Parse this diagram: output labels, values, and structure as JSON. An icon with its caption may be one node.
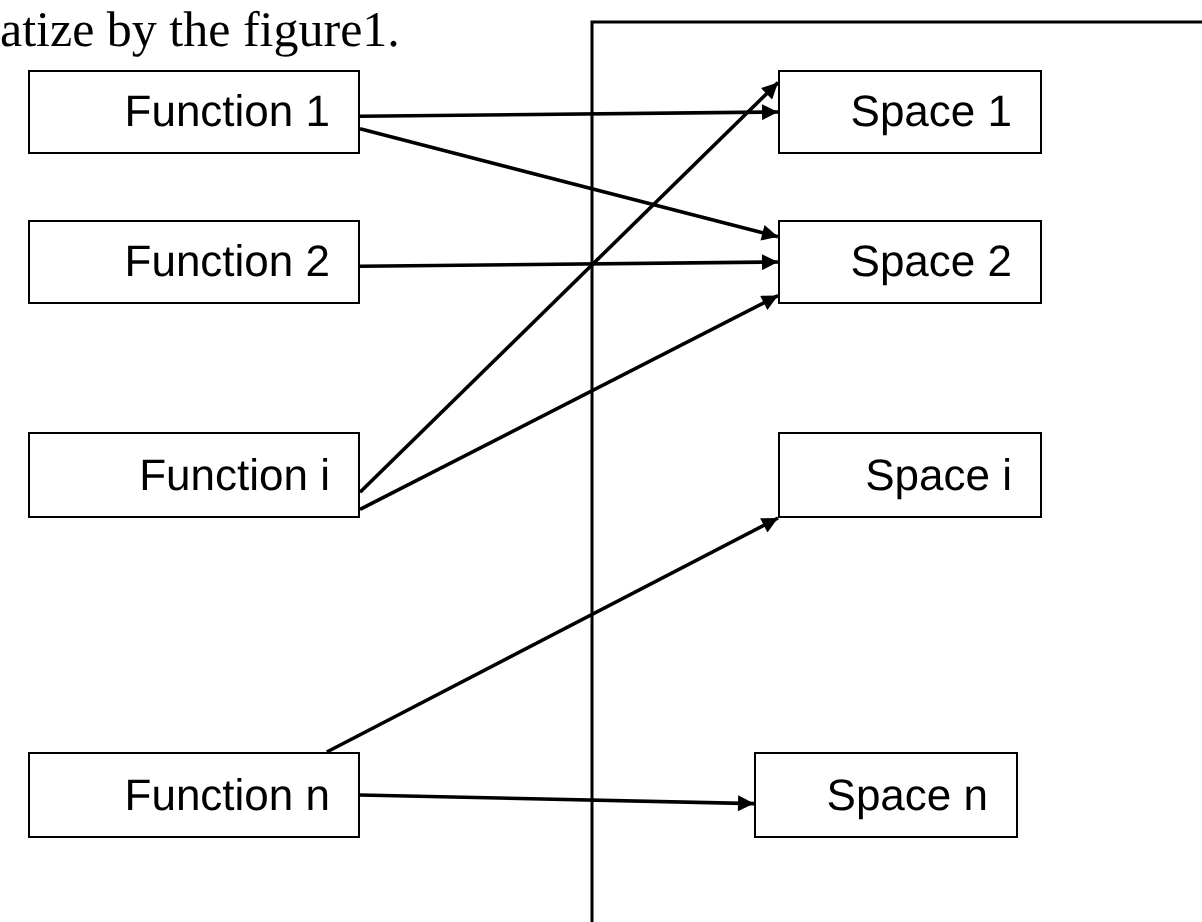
{
  "diagram": {
    "nodes": [
      {
        "text": [
          "Function 1"
        ]
      },
      {
        "text": [
          "Function 2"
        ]
      },
      {
        "text": [
          "Function i"
        ]
      },
      {
        "text": [
          "Function n"
        ]
      },
      {
        "text": [
          "Space 1"
        ]
      },
      {
        "text": [
          "Space 2"
        ]
      },
      {
        "text": [
          "Space i"
        ]
      },
      {
        "text": [
          "Space n"
        ]
      }
    ],
    "edges": [
      {
        "from": 0,
        "to": 4,
        "arrow": "to"
      },
      {
        "from": 0,
        "to": 5,
        "arrow": "to"
      },
      {
        "from": 1,
        "to": 5,
        "arrow": "to"
      },
      {
        "from": 2,
        "to": 4,
        "arrow": "to"
      },
      {
        "from": 2,
        "to": 5,
        "arrow": "to"
      },
      {
        "from": 3,
        "to": 6,
        "arrow": "to"
      },
      {
        "from": 3,
        "to": 7,
        "arrow": "to"
      }
    ],
    "labels": [
      "atize by the figure1."
    ]
  }
}
